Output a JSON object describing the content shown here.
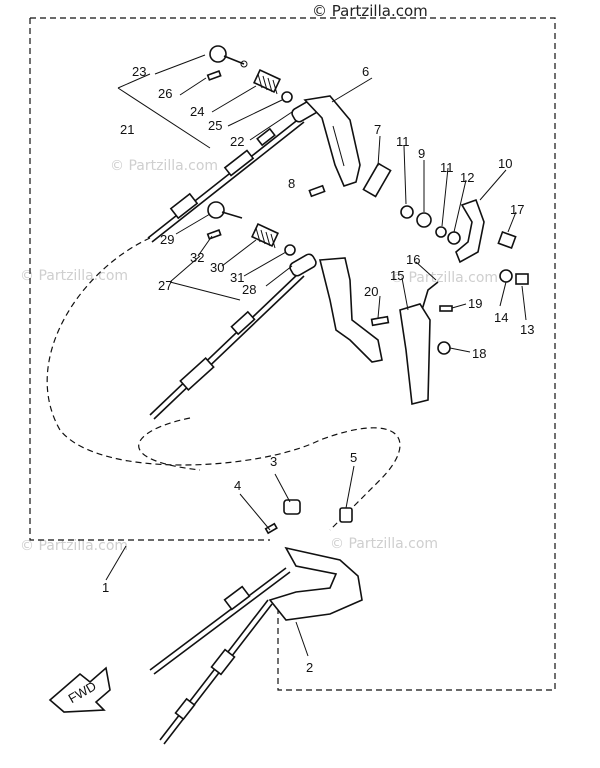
{
  "watermark": {
    "top": "© Partzilla.com",
    "repeat": "© Partzilla.com"
  },
  "fwd_arrow_text": "FWD",
  "callouts": {
    "c1": "1",
    "c2": "2",
    "c3": "3",
    "c4": "4",
    "c5": "5",
    "c6": "6",
    "c7": "7",
    "c8": "8",
    "c9": "9",
    "c10": "10",
    "c11a": "11",
    "c11b": "11",
    "c12": "12",
    "c13": "13",
    "c14": "14",
    "c15": "15",
    "c16": "16",
    "c17": "17",
    "c18": "18",
    "c19": "19",
    "c20": "20",
    "c21": "21",
    "c22": "22",
    "c23": "23",
    "c24": "24",
    "c25": "25",
    "c26": "26",
    "c27": "27",
    "c28": "28",
    "c29": "29",
    "c30": "30",
    "c31": "31",
    "c32": "32"
  }
}
